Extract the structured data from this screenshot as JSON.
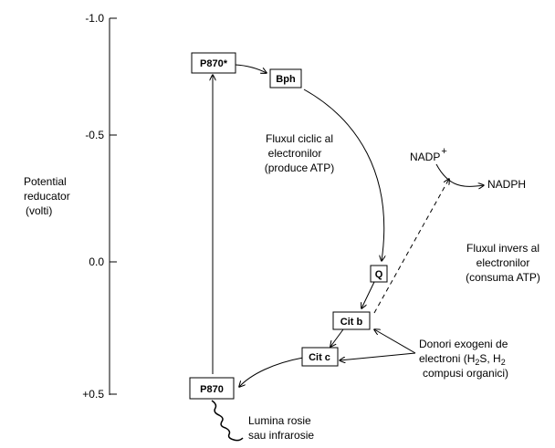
{
  "axis": {
    "label_lines": [
      "Potential",
      "reducator",
      "(volti)"
    ],
    "ticks": [
      "-1.0",
      "-0.5",
      "0.0",
      "+0.5"
    ]
  },
  "nodes": {
    "p870_excited": "P870*",
    "bph": "Bph",
    "q": "Q",
    "cit_b": "Cit b",
    "cit_c": "Cit c",
    "p870": "P870"
  },
  "cyclic_flow": [
    "Fluxul ciclic al",
    "electronilor",
    "(produce ATP)"
  ],
  "reverse_flow": [
    "Fluxul invers al",
    "electronilor",
    "(consuma ATP)"
  ],
  "nadp": {
    "base": "NADP",
    "sup": "+"
  },
  "nadph": "NADPH",
  "donors": {
    "line1": "Donori exogeni de",
    "line2_a": "electroni (H",
    "line2_sub1": "2",
    "line2_b": "S, H",
    "line2_sub2": "2",
    "line3": "compusi organici)"
  },
  "light": [
    "Lumina rosie",
    "sau infrarosie"
  ]
}
